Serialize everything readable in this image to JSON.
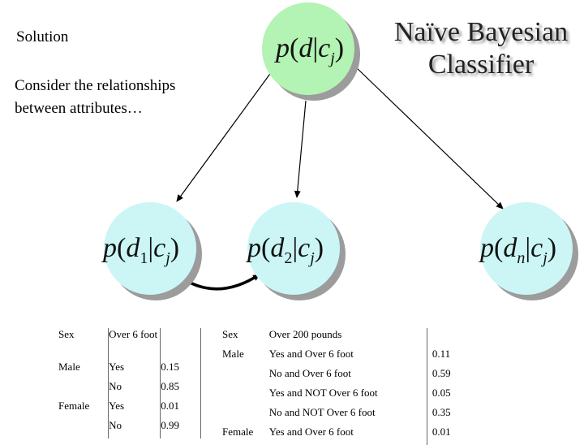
{
  "slide": {
    "title": "Naïve Bayesian Classifier",
    "solution": "Solution",
    "consider": "Consider the relationships between attributes…"
  },
  "nodes": {
    "top": {
      "p": "p",
      "open": "(",
      "d": "d",
      "bar": "|",
      "c": "c",
      "sub": "j",
      "close": ")"
    },
    "d1": {
      "p": "p",
      "open": "(",
      "d": "d",
      "dsub": "1",
      "bar": "|",
      "c": "c",
      "sub": "j",
      "close": ")"
    },
    "d2": {
      "p": "p",
      "open": "(",
      "d": "d",
      "dsub": "2",
      "bar": "|",
      "c": "c",
      "sub": "j",
      "close": ")"
    },
    "dn": {
      "p": "p",
      "open": "(",
      "d": "d",
      "dsub": "n",
      "bar": "|",
      "c": "c",
      "sub": "j",
      "close": ")"
    }
  },
  "colors": {
    "top_node": "#b3f3b3",
    "child_node": "#ccf6f6",
    "shadow": "#9c9c9c"
  },
  "table1": {
    "header": [
      "Sex",
      "Over 6 foot",
      ""
    ],
    "rows": [
      [
        "Male",
        "Yes",
        "0.15"
      ],
      [
        "",
        "No",
        "0.85"
      ],
      [
        "Female",
        "Yes",
        "0.01"
      ],
      [
        "",
        "No",
        "0.99"
      ]
    ]
  },
  "table2": {
    "header": [
      "Sex",
      "Over 200 pounds",
      ""
    ],
    "rows": [
      [
        "Male",
        "Yes and Over 6 foot",
        "0.11"
      ],
      [
        "",
        "No and Over 6 foot",
        "0.59"
      ],
      [
        "",
        "Yes and NOT Over 6 foot",
        "0.05"
      ],
      [
        "",
        "No and NOT Over 6 foot",
        "0.35"
      ],
      [
        "Female",
        "Yes and Over 6 foot",
        "0.01"
      ]
    ]
  }
}
